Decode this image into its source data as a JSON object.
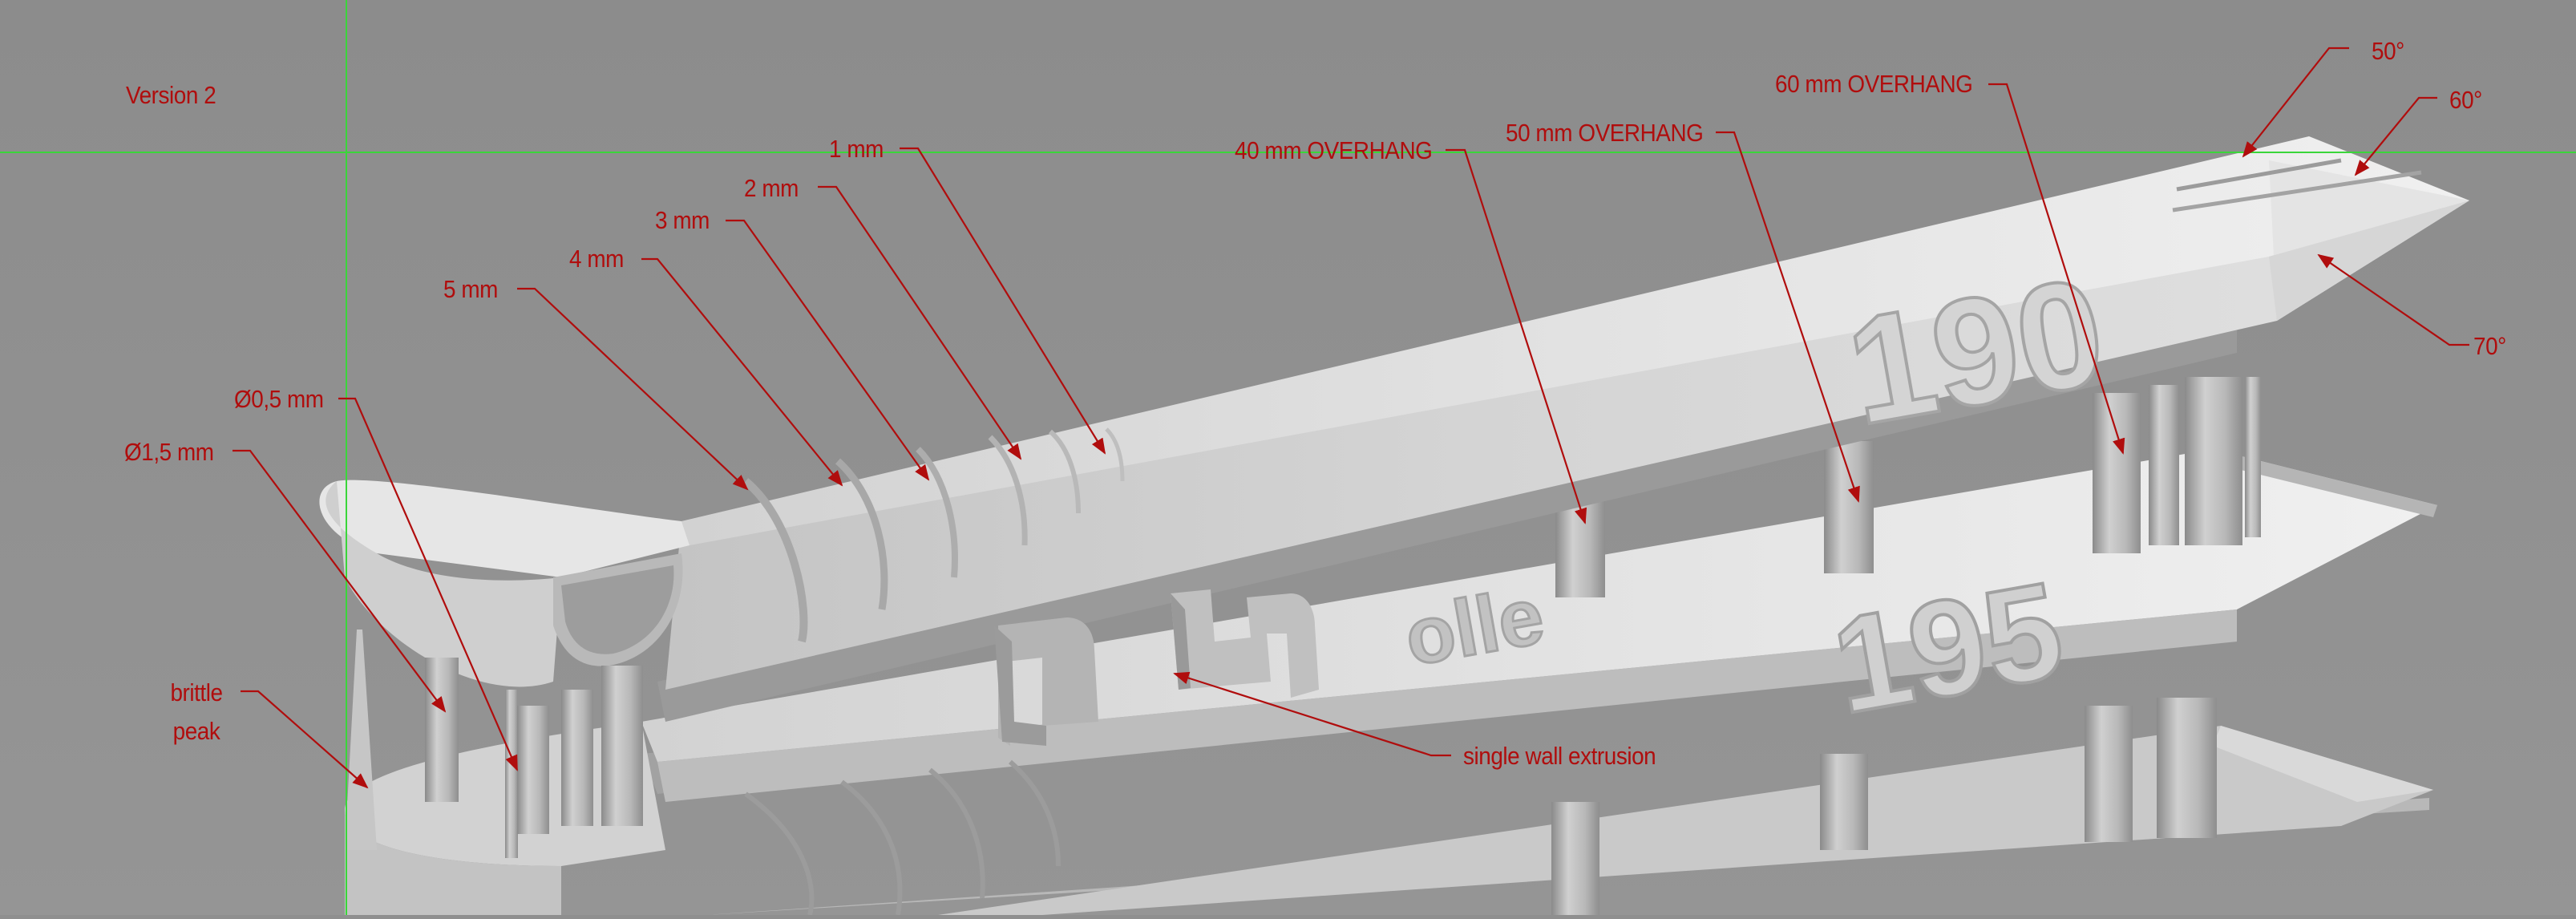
{
  "version_label": "Version 2",
  "wall_labels": {
    "w5": "5 mm",
    "w4": "4 mm",
    "w3": "3 mm",
    "w2": "2 mm",
    "w1": "1 mm"
  },
  "pin_labels": {
    "d05": "Ø0,5 mm",
    "d15": "Ø1,5 mm"
  },
  "brittle_label_line1": "brittle",
  "brittle_label_line2": "peak",
  "overhang_labels": {
    "o40": "40 mm OVERHANG",
    "o50": "50 mm OVERHANG",
    "o60": "60 mm OVERHANG"
  },
  "angle_labels": {
    "a50": "50°",
    "a60": "60°",
    "a70": "70°"
  },
  "single_wall_label": "single wall extrusion",
  "model_text": {
    "top_number": "190",
    "middle_number": "195",
    "brand": "olle"
  },
  "colors": {
    "background": "#8f8f8f",
    "annotation": "#b00d0d",
    "guide_line": "#3ad63a",
    "model_light": "#dcdcdc",
    "model_dark": "#a9a9a9"
  }
}
